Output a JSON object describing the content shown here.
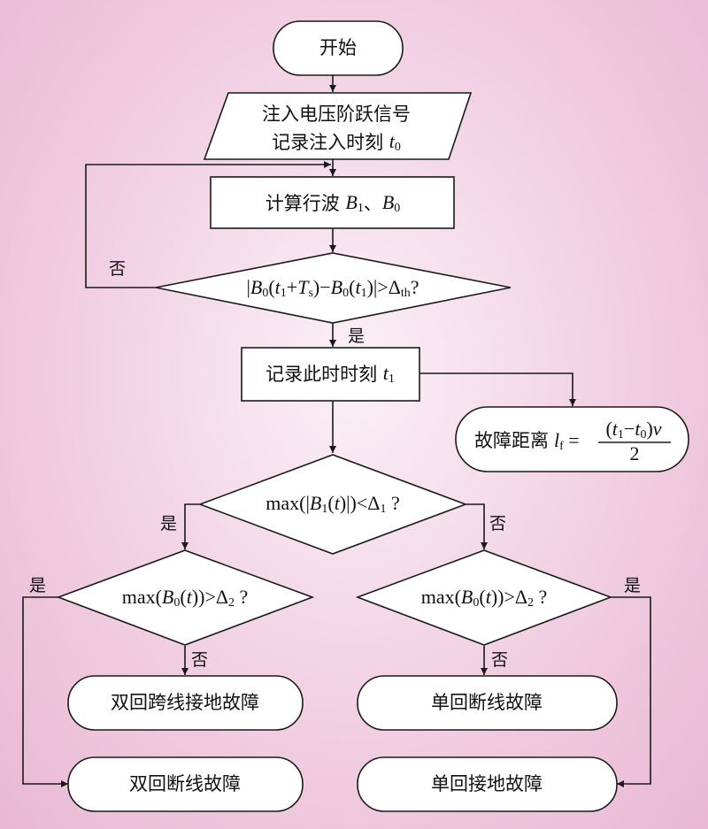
{
  "start": "开始",
  "inject": {
    "line1": "注入电压阶跃信号",
    "line2_text": "记录注入时刻 ",
    "line2_var": "t",
    "line2_sub": "0"
  },
  "compute": {
    "text": "计算行波 ",
    "b1": "B",
    "b1_sub": "1",
    "sep": "、",
    "b0": "B",
    "b0_sub": "0"
  },
  "decision1": {
    "formula": "|B0(t1+Ts)−B0(t1)|>Δth?"
  },
  "record": {
    "text": "记录此时时刻 ",
    "var": "t",
    "sub": "1"
  },
  "distance": {
    "text": "故障距离 ",
    "var": "l",
    "var_sub": "f",
    "eq": " = ",
    "numerator": "(t1−t0)v",
    "denominator": "2"
  },
  "decision2": {
    "formula": "max(|B1(t)|)<Δ1 ?"
  },
  "decision3": {
    "formula": "max(B0(t))>Δ2 ?"
  },
  "decision4": {
    "formula": "max(B0(t))>Δ2 ?"
  },
  "results": {
    "cross": "双回跨线接地故障",
    "double_break": "双回断线故障",
    "single_break": "单回断线故障",
    "single_ground": "单回接地故障"
  },
  "labels": {
    "yes": "是",
    "no": "否"
  }
}
